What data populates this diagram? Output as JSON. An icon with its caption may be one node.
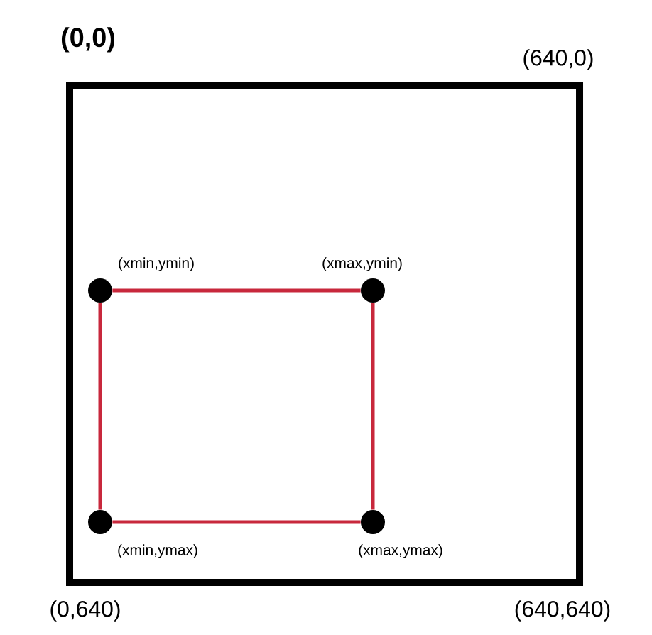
{
  "diagram": {
    "nodes": [
      {
        "text": [],
        "shape": "box"
      },
      {
        "text": [],
        "shape": "circle",
        "in": 0,
        "beside": [
          "(xmin,ymin)"
        ]
      },
      {
        "text": [],
        "shape": "circle",
        "in": 0,
        "beside": [
          "(xmax,ymin)"
        ]
      },
      {
        "text": [],
        "shape": "circle",
        "in": 0,
        "beside": [
          "(xmin,ymax)"
        ]
      },
      {
        "text": [],
        "shape": "circle",
        "in": 0,
        "beside": [
          "(xmax,ymax)"
        ]
      }
    ],
    "edges": [
      {
        "from": 1,
        "to": 2,
        "arrow": "none",
        "color": "#c8283c"
      },
      {
        "from": 2,
        "to": 4,
        "arrow": "none",
        "color": "#c8283c"
      },
      {
        "from": 4,
        "to": 3,
        "arrow": "none",
        "color": "#c8283c"
      },
      {
        "from": 3,
        "to": 1,
        "arrow": "none",
        "color": "#c8283c"
      }
    ],
    "labels": [
      "(0,0)",
      "(640,0)",
      "(0,640)",
      "(640,640)"
    ]
  }
}
